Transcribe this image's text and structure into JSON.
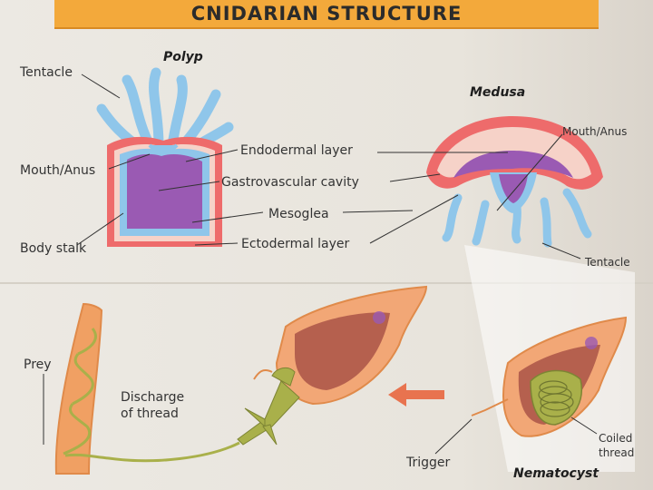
{
  "title": "CNIDARIAN STRUCTURE",
  "polyp": {
    "heading": "Polyp",
    "tentacle": "Tentacle",
    "mouth_anus": "Mouth/Anus",
    "body_stalk": "Body stalk"
  },
  "layers": {
    "endodermal": "Endodermal layer",
    "gastrovascular": "Gastrovascular cavity",
    "mesoglea": "Mesoglea",
    "ectodermal": "Ectodermal layer"
  },
  "medusa": {
    "heading": "Medusa",
    "mouth_anus": "Mouth/Anus",
    "tentacle": "Tentacle"
  },
  "nematocyst": {
    "heading": "Nematocyst",
    "prey": "Prey",
    "discharge_line1": "Discharge",
    "discharge_line2": "of thread",
    "trigger": "Trigger",
    "coiled_line1": "Coiled",
    "coiled_line2": "thread"
  },
  "colors": {
    "ectoderm": "#ee6b6b",
    "endoderm": "#8fc6ea",
    "cavity": "#9a5ab3",
    "cell_body": "#f2a776",
    "thread": "#a9b04a",
    "arrow": "#e8734f",
    "title_bar": "#f3a93b"
  }
}
